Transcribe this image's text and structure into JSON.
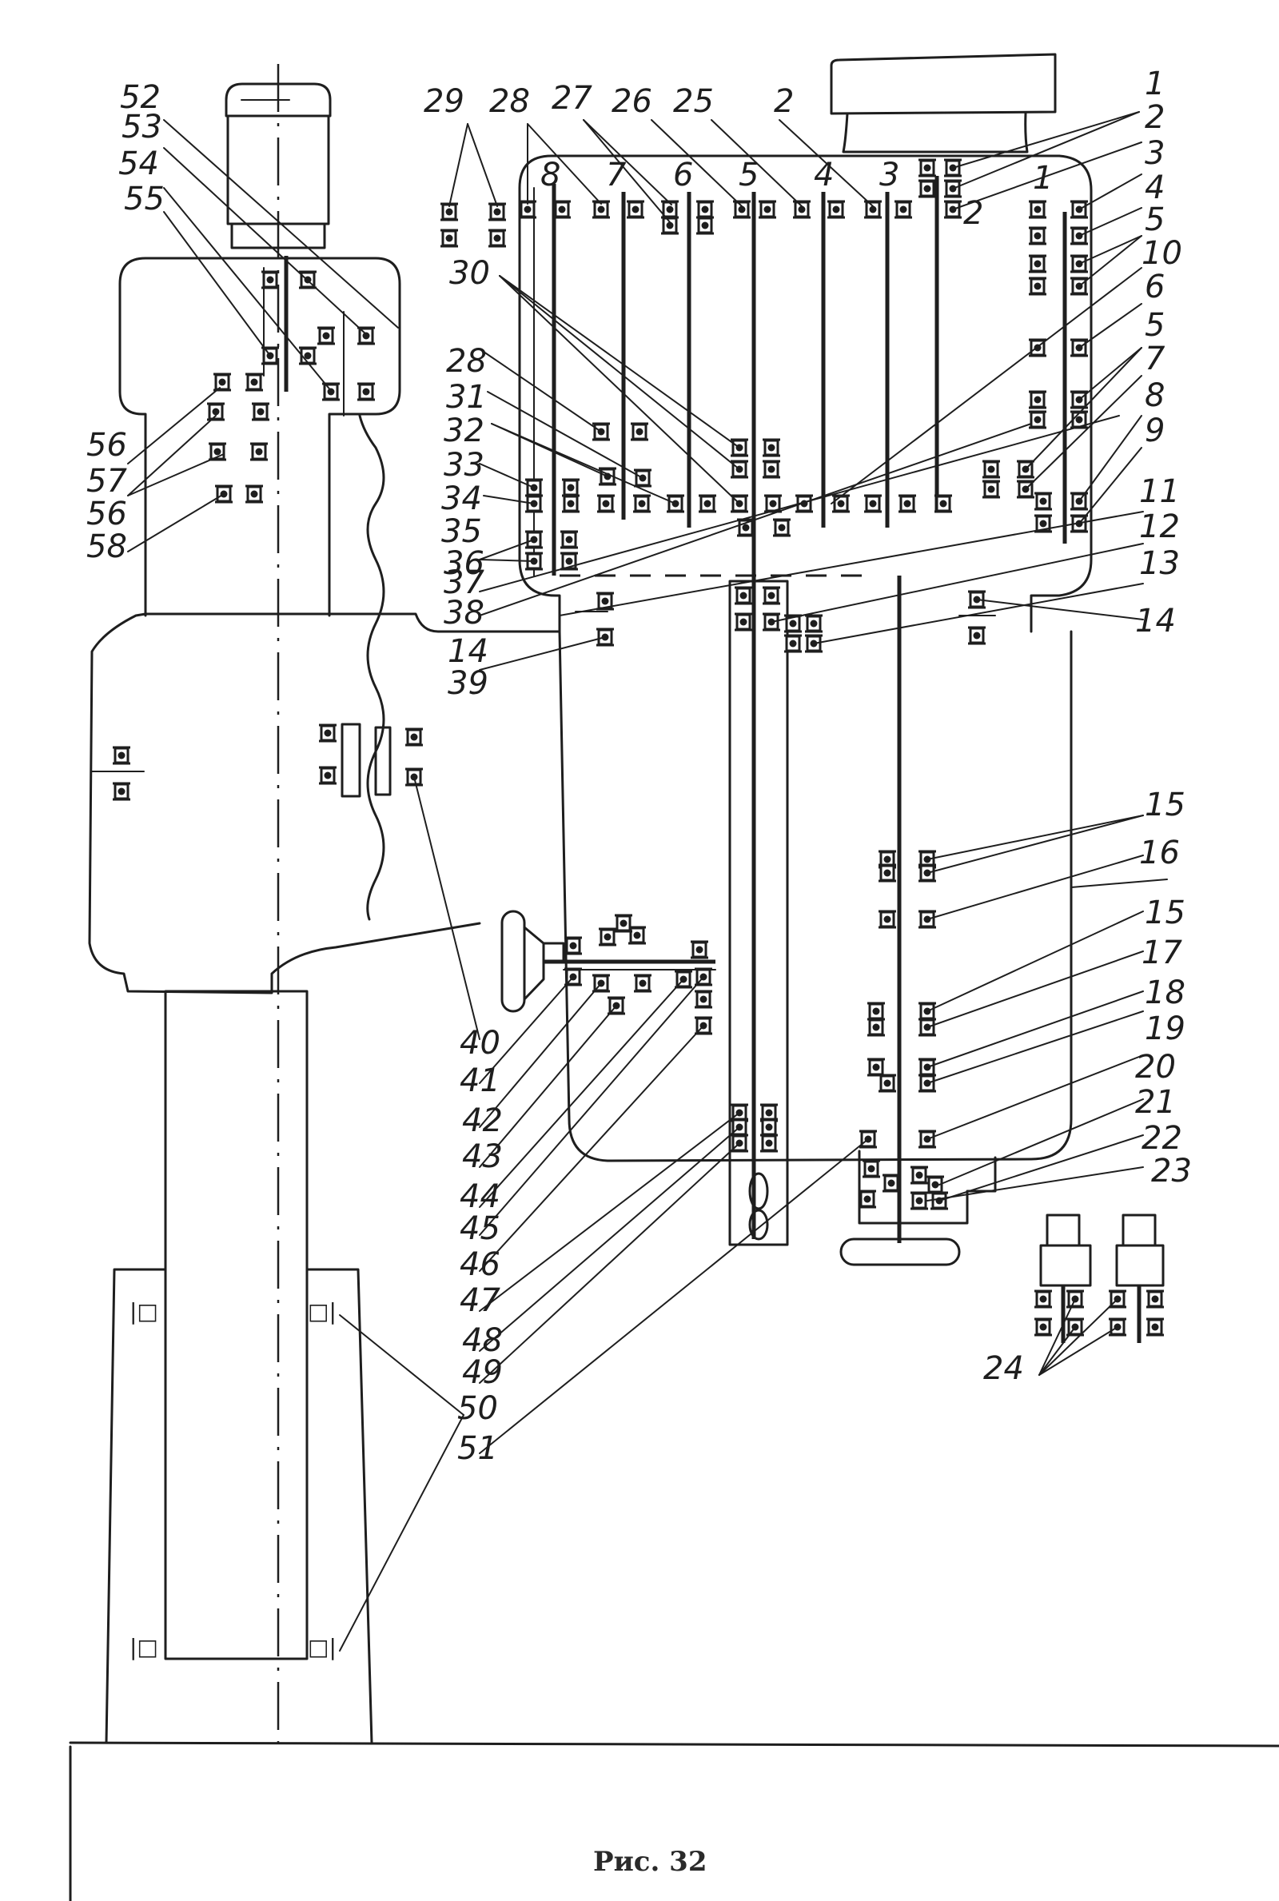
{
  "figure": {
    "caption": "Рис. 32",
    "type": "kinematic scheme of a radial drilling machine",
    "colors": {
      "ink": "#1e1e1e",
      "paper": "#ffffff"
    }
  },
  "labels": {
    "column_head": [
      "52",
      "53",
      "54",
      "55",
      "56",
      "57",
      "56",
      "58"
    ],
    "top_row": [
      "29",
      "28",
      "27",
      "26",
      "25",
      "2"
    ],
    "shaft_numbers": [
      "8",
      "7",
      "6",
      "5",
      "4",
      "3",
      "2",
      "1"
    ],
    "right_upper": [
      "1",
      "2",
      "3",
      "4",
      "5",
      "10",
      "6",
      "5",
      "7",
      "8",
      "9",
      "11",
      "12",
      "13",
      "14"
    ],
    "right_lower": [
      "15",
      "16",
      "15",
      "17",
      "18",
      "19",
      "20",
      "21",
      "22",
      "23",
      "24"
    ],
    "left_middle": [
      "30",
      "28",
      "31",
      "32",
      "33",
      "34",
      "35",
      "36",
      "37",
      "38",
      "14",
      "39"
    ],
    "bottom_left": [
      "40",
      "41",
      "42",
      "43",
      "44",
      "45",
      "46",
      "47",
      "48",
      "49",
      "50",
      "51"
    ]
  }
}
